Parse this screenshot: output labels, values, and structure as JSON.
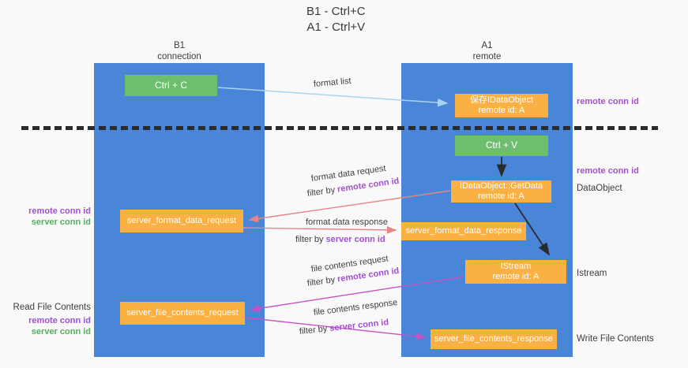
{
  "title": {
    "line1": "B1 - Ctrl+C",
    "line2": "A1 - Ctrl+V"
  },
  "lanes": {
    "b1": {
      "name": "B1",
      "role": "connection"
    },
    "a1": {
      "name": "A1",
      "role": "remote"
    }
  },
  "nodes": {
    "ctrl_c": {
      "label": "Ctrl + C"
    },
    "ctrl_v": {
      "label": "Ctrl + V"
    },
    "save_idataobject": {
      "line1": "保存IDataObject",
      "line2": "remote id: A"
    },
    "getdata": {
      "line1": "IDataObject::GetData",
      "line2": "remote id: A"
    },
    "istream": {
      "line1": "IStream",
      "line2": "remote id: A"
    },
    "format_request": {
      "label": "server_format_data_request"
    },
    "format_response": {
      "label": "server_format_data_response"
    },
    "file_request": {
      "label": "server_file_contents_request"
    },
    "file_response": {
      "label": "server_file_contents_response"
    }
  },
  "annotations": {
    "remote_conn_id": "remote conn id",
    "server_conn_id": "server conn id",
    "dataobject": "DataObject",
    "istream": "Istream",
    "read_file_contents": "Read File Contents",
    "write_file_contents": "Write File Contents"
  },
  "arrow_labels": {
    "format_list": "format list",
    "format_data_request": "format data request",
    "format_data_response": "format data response",
    "file_contents_request": "file contents request",
    "file_contents_response": "file contents response",
    "filter_by": "filter by "
  },
  "colors": {
    "lane_blue": "#4a86d8",
    "node_green": "#6dbf6f",
    "node_orange": "#fbb044",
    "arrow_lightblue": "#a9d3f2",
    "arrow_salmon": "#e98585",
    "arrow_magenta": "#c553c5",
    "arrow_black": "#2b2b2b",
    "text_purple": "#a34fd2",
    "text_green": "#53b05e"
  }
}
